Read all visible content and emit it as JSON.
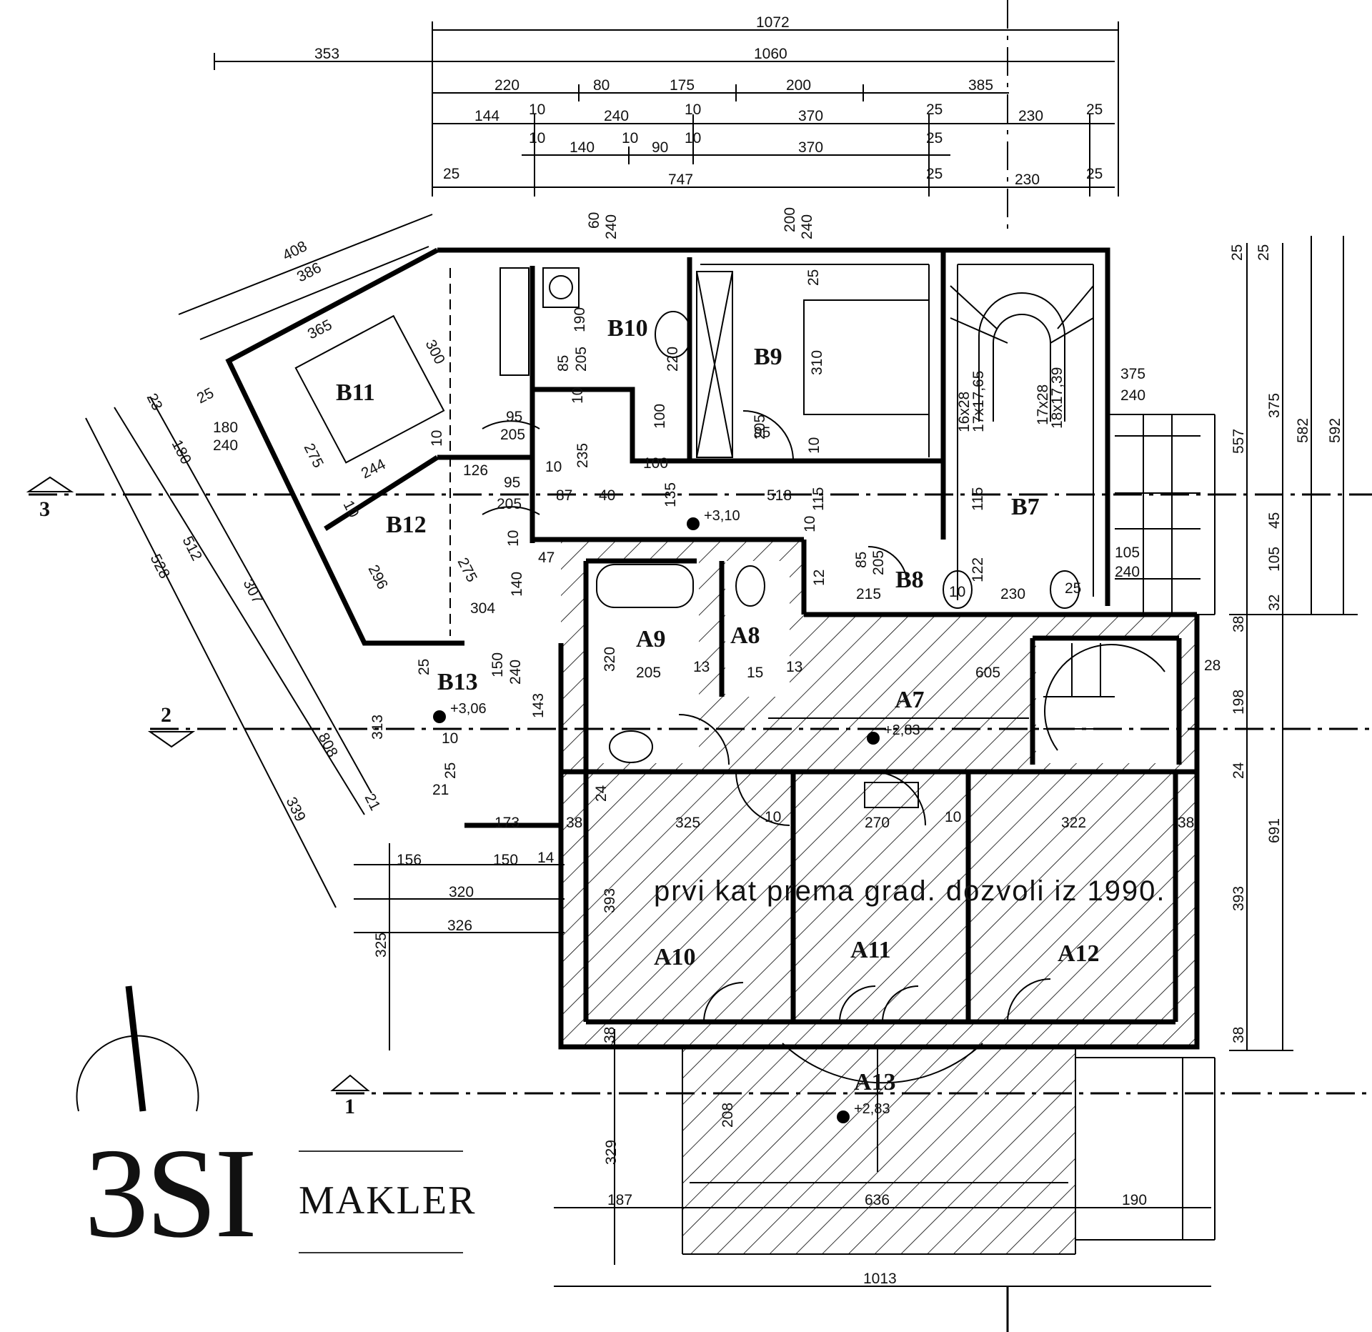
{
  "plan": {
    "rooms": {
      "B7": "B7",
      "B8": "B8",
      "B9": "B9",
      "B10": "B10",
      "B11": "B11",
      "B12": "B12",
      "B13": "B13",
      "A7": "A7",
      "A8": "A8",
      "A9": "A9",
      "A10": "A10",
      "A11": "A11",
      "A12": "A12",
      "A13": "A13"
    },
    "note": "prvi kat prema grad. dozvoli iz 1990.",
    "levels": {
      "upper_a": "+3,10",
      "upper_b": "+3,06",
      "lower_a": "+2,83",
      "lower_b": "+2,83"
    },
    "axes": {
      "a1": "1",
      "a2": "2",
      "a3": "3"
    },
    "top_dims": {
      "r1": [
        "1072"
      ],
      "r2": [
        "353",
        "1060"
      ],
      "r3": [
        "220",
        "80",
        "175",
        "200",
        "385"
      ],
      "r4": [
        "144",
        "10",
        "240",
        "10",
        "370",
        "25",
        "230",
        "25"
      ],
      "r5": [
        "10",
        "140",
        "10",
        "90",
        "10",
        "370",
        "25"
      ],
      "r6": [
        "25",
        "747",
        "25",
        "230",
        "25"
      ]
    },
    "right_dims": [
      "25",
      "25",
      "375",
      "557",
      "582",
      "592",
      "45",
      "105",
      "32",
      "38",
      "198",
      "24",
      "691",
      "393",
      "38"
    ],
    "diag_dims": [
      "408",
      "386",
      "365",
      "25",
      "180",
      "240",
      "23",
      "180",
      "528",
      "512",
      "307",
      "808",
      "339",
      "21"
    ],
    "inner_dims": [
      "60",
      "240",
      "200",
      "240",
      "25",
      "190",
      "85",
      "205",
      "10",
      "220",
      "310",
      "275",
      "300",
      "95",
      "205",
      "10",
      "244",
      "10",
      "100",
      "100",
      "95",
      "205",
      "10",
      "375",
      "240",
      "16x28",
      "17x17,65",
      "17x28",
      "18x17,39",
      "126",
      "10",
      "235",
      "95",
      "205",
      "87",
      "40",
      "135",
      "518",
      "115",
      "10",
      "115",
      "47",
      "10",
      "275",
      "140",
      "296",
      "85",
      "205",
      "12",
      "122",
      "10",
      "230",
      "25",
      "105",
      "240",
      "215",
      "304",
      "150",
      "240",
      "25",
      "320",
      "205",
      "13",
      "15",
      "13",
      "605",
      "28",
      "143",
      "313",
      "10",
      "25",
      "21",
      "24",
      "325",
      "10",
      "270",
      "10",
      "322",
      "38",
      "38",
      "173",
      "156",
      "150",
      "14",
      "320",
      "326",
      "325",
      "393",
      "38",
      "208",
      "329",
      "187",
      "636",
      "190",
      "1013"
    ]
  },
  "logo": {
    "mark": "3SI",
    "word": "MAKLER"
  }
}
